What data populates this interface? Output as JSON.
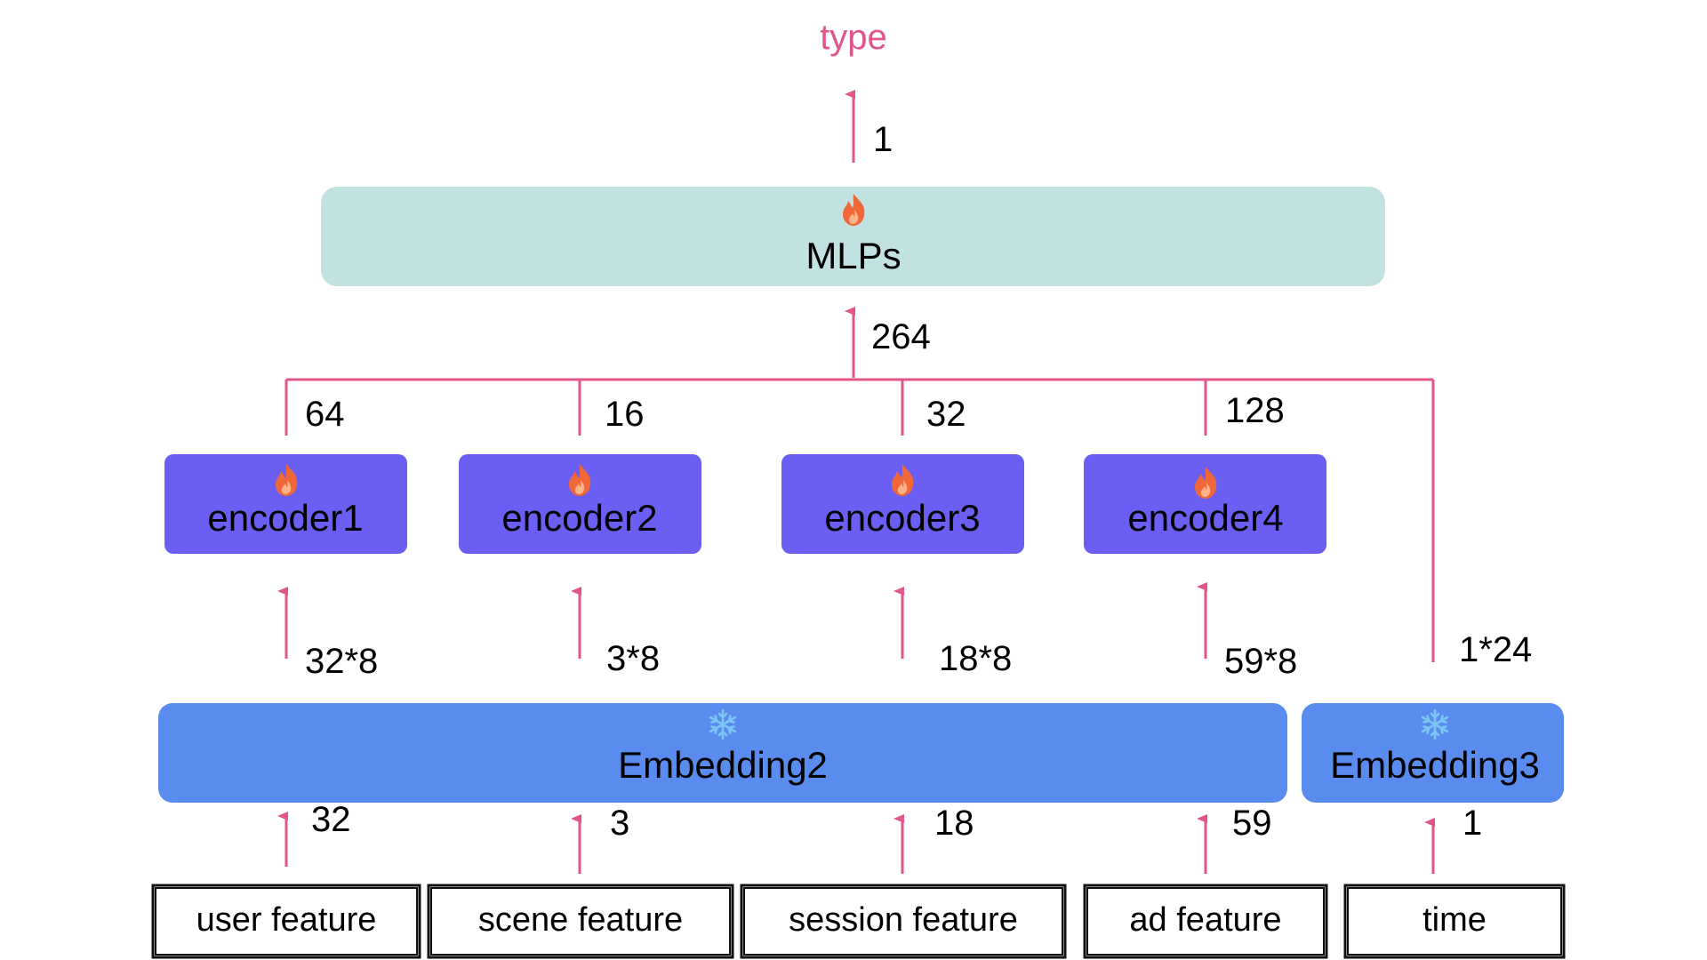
{
  "colors": {
    "arrow": "#e0558a",
    "output_text": "#e0558a",
    "mlp_box": "#c2e2e2",
    "encoder_box": "#6b5ef2",
    "embedding_box": "#5a8cf0",
    "input_border": "#111111",
    "fire_icon": "#f0683a",
    "snowflake_icon": "#7cc8f4"
  },
  "output": {
    "label": "type",
    "dim": "1"
  },
  "mlp": {
    "label": "MLPs",
    "icon": "fire-icon",
    "input_dim": "264"
  },
  "encoders": [
    {
      "label": "encoder1",
      "icon": "fire-icon",
      "out_dim": "64",
      "in_dim": "32*8"
    },
    {
      "label": "encoder2",
      "icon": "fire-icon",
      "out_dim": "16",
      "in_dim": "3*8"
    },
    {
      "label": "encoder3",
      "icon": "fire-icon",
      "out_dim": "32",
      "in_dim": "18*8"
    },
    {
      "label": "encoder4",
      "icon": "fire-icon",
      "out_dim": "128",
      "in_dim": "59*8"
    }
  ],
  "embeddings": [
    {
      "label": "Embedding2",
      "icon": "snowflake-icon"
    },
    {
      "label": "Embedding3",
      "icon": "snowflake-icon",
      "out_dim": "1*24"
    }
  ],
  "inputs": [
    {
      "label": "user feature",
      "dim": "32"
    },
    {
      "label": "scene feature",
      "dim": "3"
    },
    {
      "label": "session feature",
      "dim": "18"
    },
    {
      "label": "ad feature",
      "dim": "59"
    },
    {
      "label": "time",
      "dim": "1"
    }
  ]
}
